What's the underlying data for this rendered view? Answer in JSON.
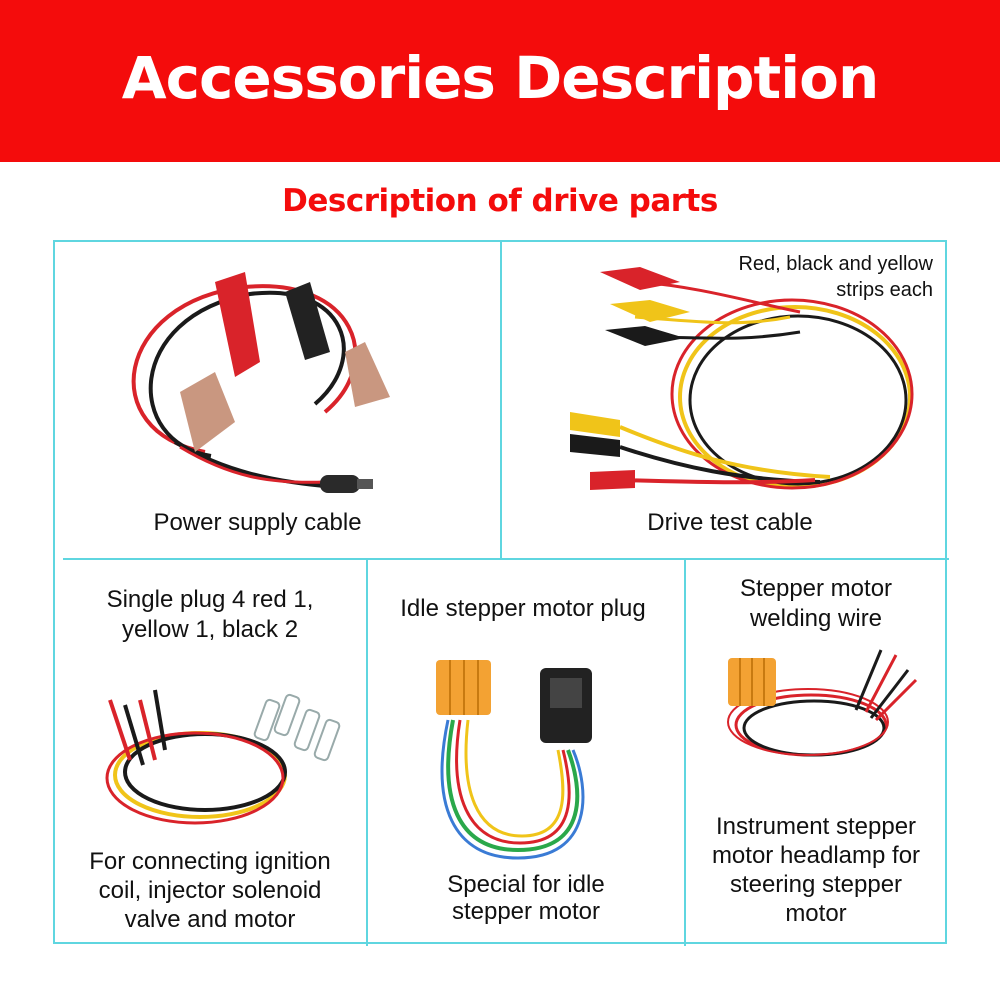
{
  "banner": {
    "title": "Accessories Description",
    "color": "#f40c0c"
  },
  "section": {
    "title": "Description of drive parts"
  },
  "grid": {
    "border_color": "#5fd6e0"
  },
  "items": [
    {
      "caption": "Power supply cable",
      "image": "power-supply-cable-with-alligator-clips"
    },
    {
      "caption": "Drive test cable",
      "note_line1": "Red, black and yellow",
      "note_line2": "strips each",
      "image": "drive-test-cable-with-clips-and-banana-plugs"
    },
    {
      "title_line1": "Single plug 4 red 1,",
      "title_line2": "yellow 1, black 2",
      "caption_line1": "For connecting ignition",
      "caption_line2": "coil, injector solenoid",
      "caption_line3": "valve and motor",
      "image": "single-plug-wires-with-terminals"
    },
    {
      "title": "Idle stepper motor plug",
      "caption_line1": "Special for idle",
      "caption_line2": "stepper motor",
      "image": "idle-stepper-motor-plug-harness"
    },
    {
      "title_line1": "Stepper motor",
      "title_line2": "welding wire",
      "caption_line1": "Instrument stepper",
      "caption_line2": "motor headlamp for",
      "caption_line3": "steering stepper",
      "caption_line4": "motor",
      "image": "stepper-motor-welding-wire"
    }
  ]
}
